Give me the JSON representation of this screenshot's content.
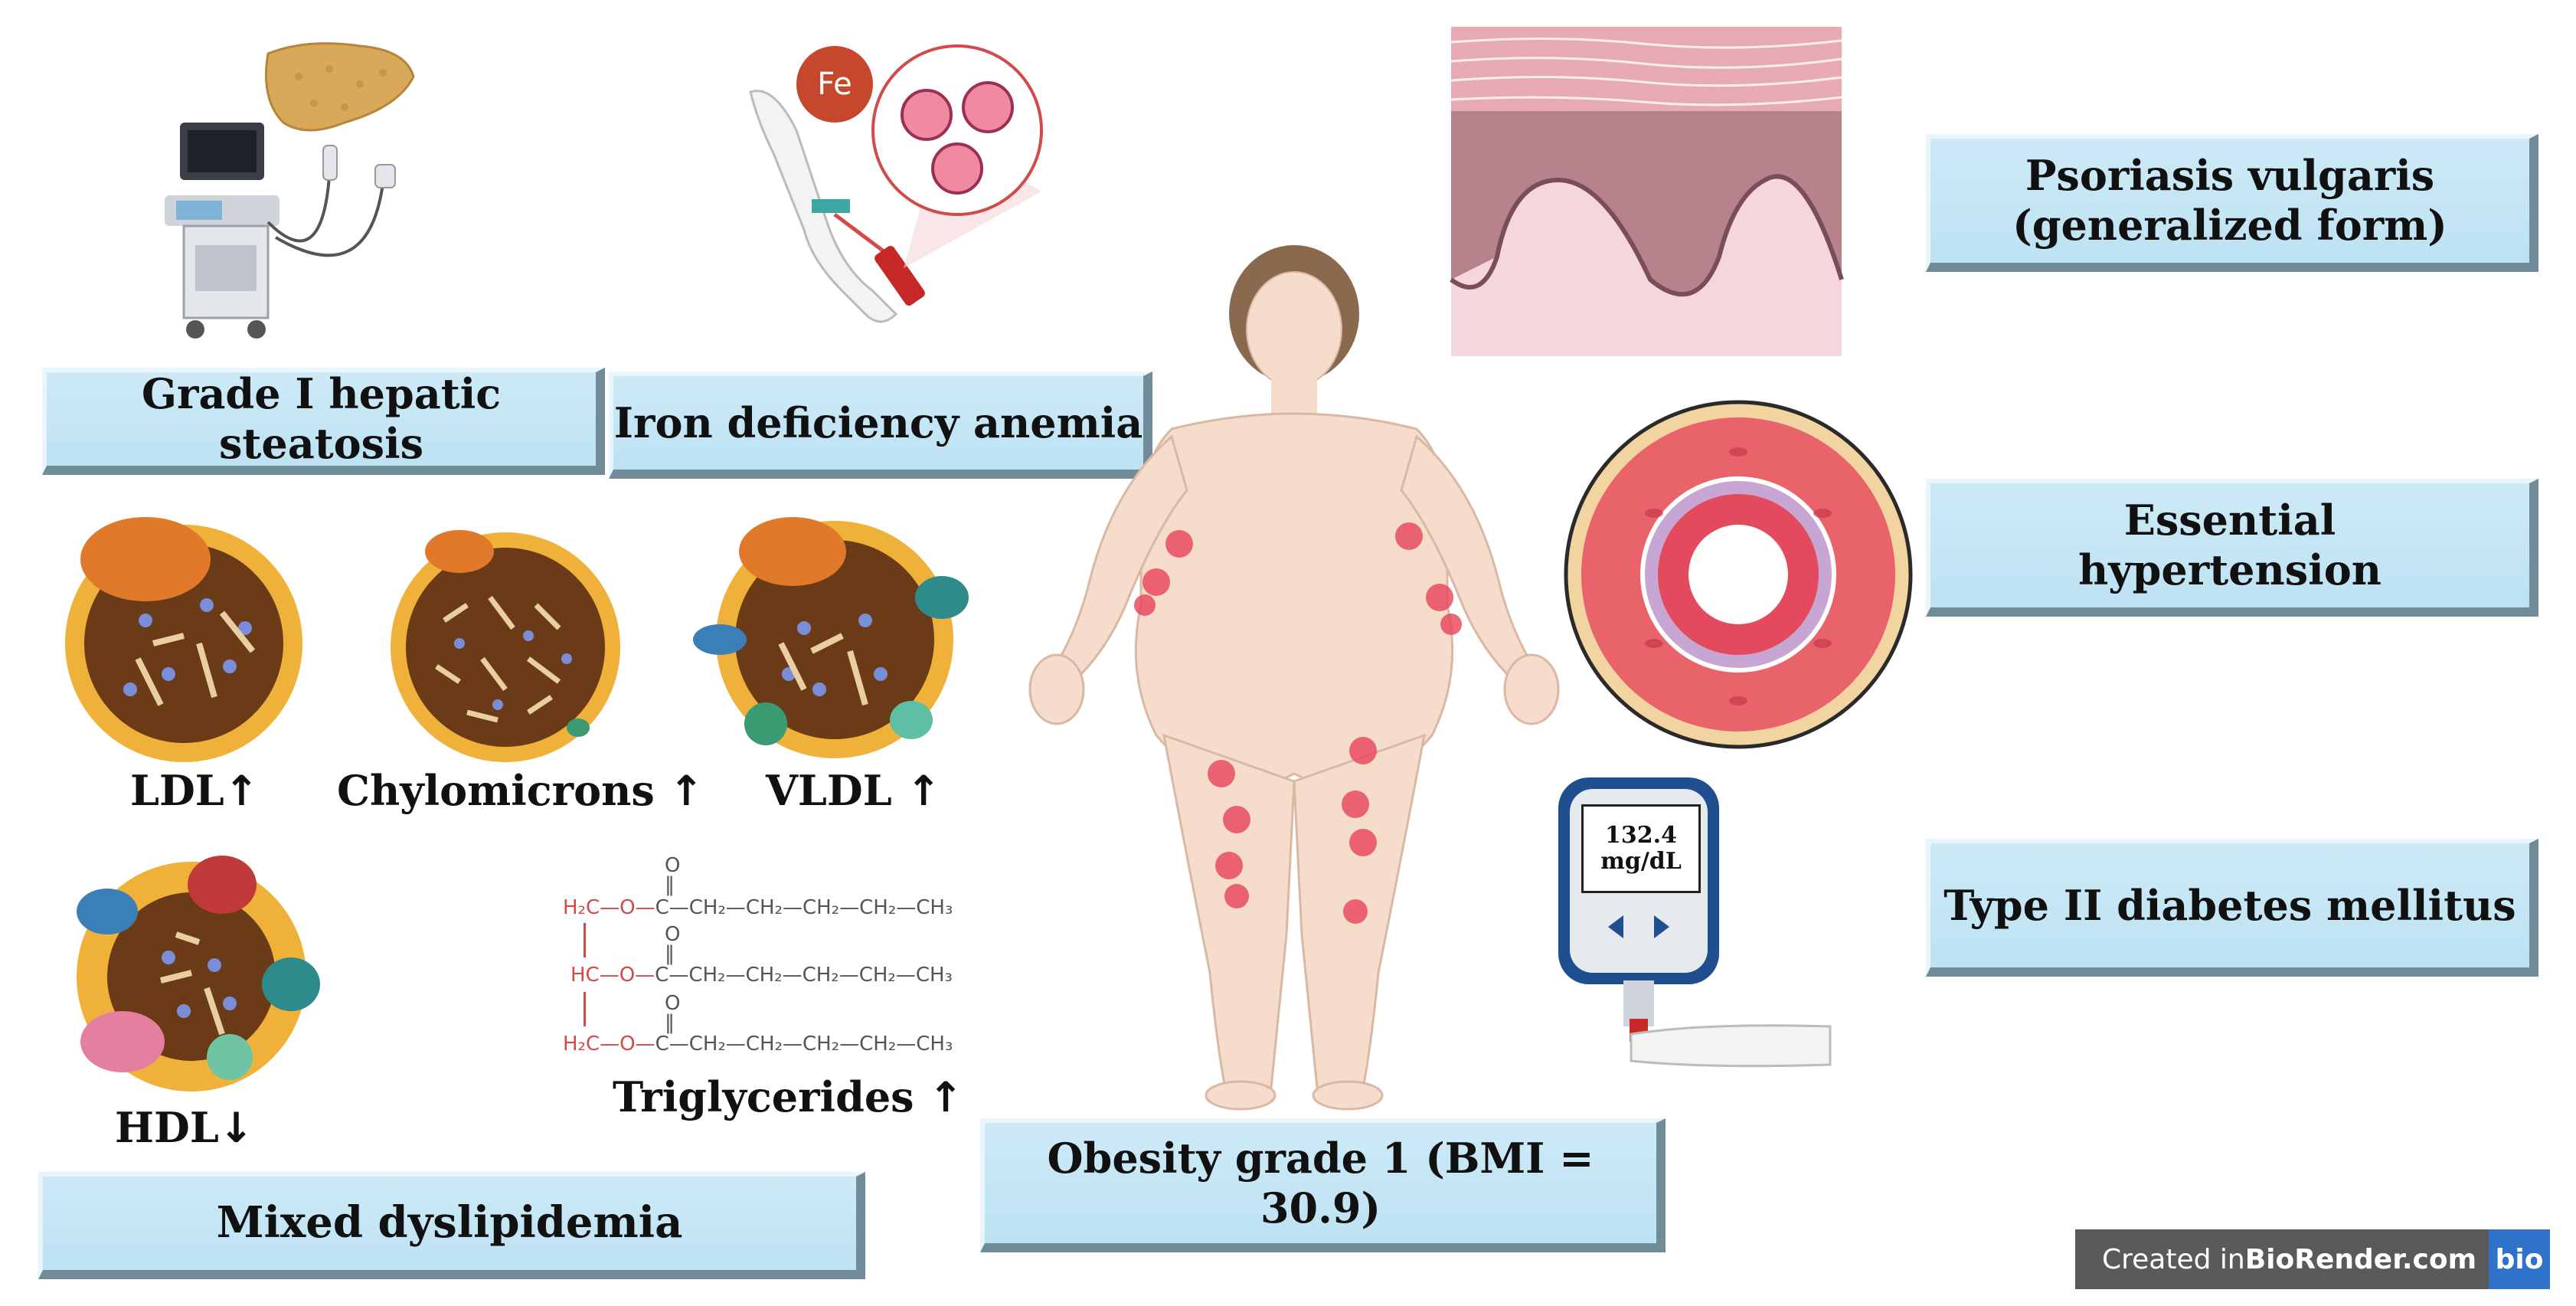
{
  "labels": {
    "hepatic": "Grade I hepatic steatosis",
    "iron": "Iron deficiency anemia",
    "psoriasis_line1": "Psoriasis vulgaris",
    "psoriasis_line2": "(generalized form)",
    "hypertension_line1": "Essential",
    "hypertension_line2": "hypertension",
    "diabetes": "Type II diabetes mellitus",
    "obesity": "Obesity grade 1 (BMI = 30.9)",
    "dyslipidemia": "Mixed dyslipidemia"
  },
  "lipoproteins": [
    {
      "name": "LDL",
      "arrow": "↑"
    },
    {
      "name": "Chylomicrons",
      "arrow": "↑"
    },
    {
      "name": "VLDL",
      "arrow": "↑"
    },
    {
      "name": "HDL",
      "arrow": "↓"
    },
    {
      "name": "Triglycerides",
      "arrow": "↑"
    }
  ],
  "icons": {
    "iron_symbol": "Fe"
  },
  "glucometer": {
    "value": "132.4",
    "unit": "mg/dL"
  },
  "chemistry": {
    "row1": {
      "left": "H₂C—O—",
      "right": "C—CH₂—CH₂—CH₂—CH₂—CH₃",
      "top": "O"
    },
    "row2": {
      "left": "HC—O—",
      "right": "C—CH₂—CH₂—CH₂—CH₂—CH₃",
      "top": "O"
    },
    "row3": {
      "left": "H₂C—O—",
      "right": "C—CH₂—CH₂—CH₂—CH₂—CH₃",
      "top": "O"
    }
  },
  "branding": {
    "prefix": "Created in ",
    "brand": "BioRender.com",
    "logo": "bio"
  },
  "colors": {
    "box_fill": "#c4e5f4",
    "skin": "#f6dccb",
    "lesion": "#e8445a",
    "lipid_core": "#6b3a17",
    "phospholipid": "#f0b13a"
  }
}
